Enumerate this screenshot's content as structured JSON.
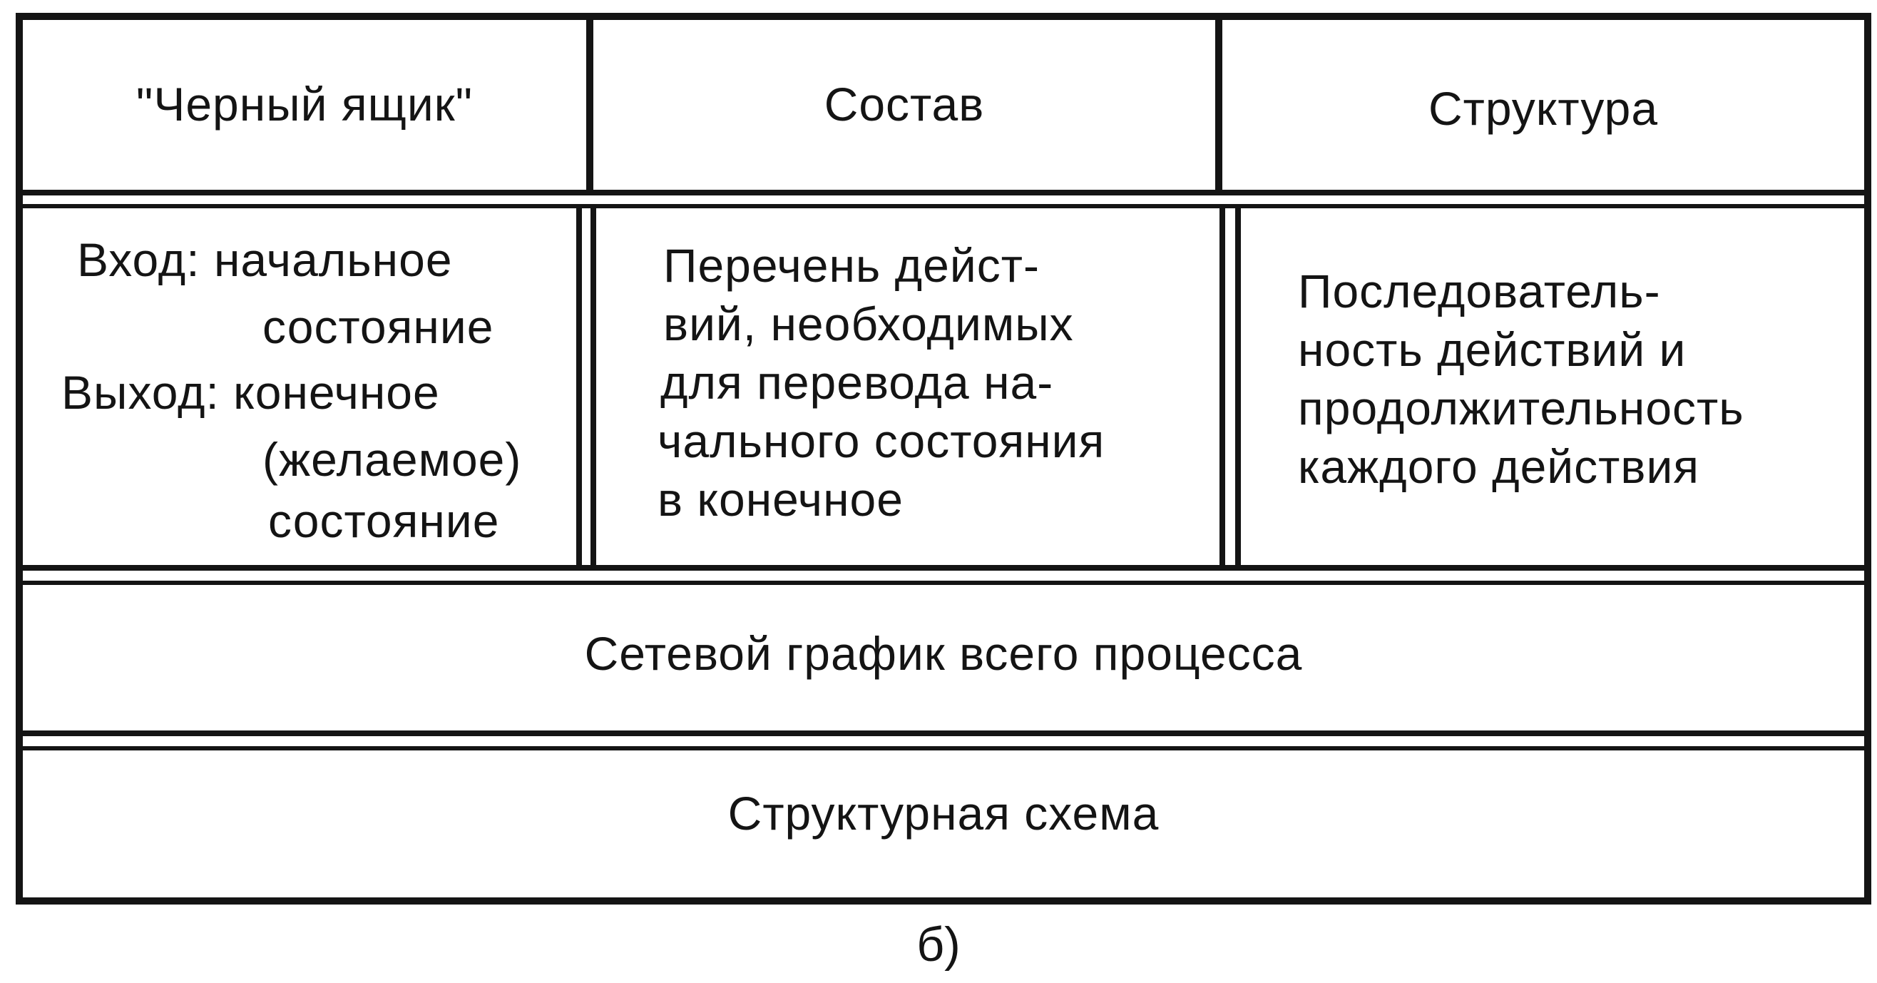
{
  "header": {
    "black_box": "\"Черный ящик\"",
    "composition": "Состав",
    "structure": "Структура"
  },
  "body": {
    "black_box_lines": [
      "Вход: начальное",
      "состояние",
      "Выход: конечное",
      "(желаемое)",
      "состояние"
    ],
    "composition_lines": [
      "Перечень дейст-",
      "вий, необходимых",
      "для перевода на-",
      "чального состояния",
      "в конечное"
    ],
    "structure_lines": [
      "Последователь-",
      "ность действий и",
      "продолжительность",
      "каждого действия"
    ]
  },
  "network_row": "Сетевой график всего процесса",
  "structural_row": "Структурная схема",
  "caption": "б)"
}
